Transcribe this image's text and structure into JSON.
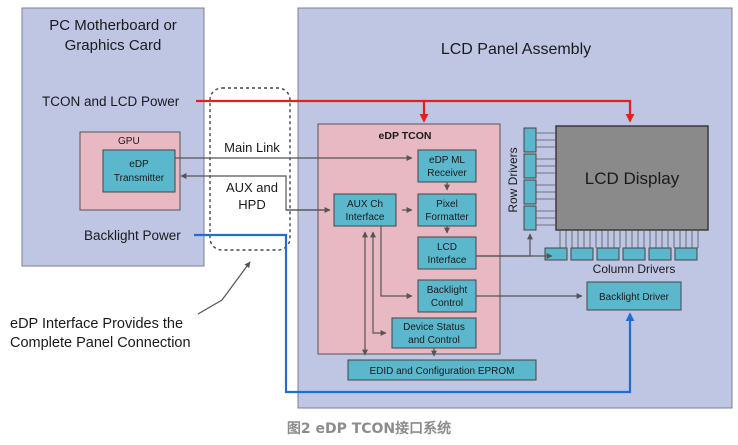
{
  "pc_box": {
    "title_line1": "PC Motherboard or",
    "title_line2": "Graphics Card",
    "color": "#bfc6e4"
  },
  "lcd_assembly": {
    "title": "LCD Panel Assembly",
    "color": "#bfc6e4"
  },
  "tcon_power_label": "TCON and LCD Power",
  "backlight_power_label": "Backlight Power",
  "gpu": {
    "label": "GPU",
    "color": "#e8b8c3"
  },
  "edp_transmitter": {
    "line1": "eDP",
    "line2": "Transmitter",
    "color": "#5bb8cc"
  },
  "main_link_label": "Main Link",
  "aux_hpd": {
    "line1": "AUX and",
    "line2": "HPD"
  },
  "edp_tcon": {
    "title": "eDP TCON",
    "color": "#e8b8c3"
  },
  "blocks": {
    "edp_ml_receiver": {
      "line1": "eDP ML",
      "line2": "Receiver"
    },
    "pixel_formatter": {
      "line1": "Pixel",
      "line2": "Formatter"
    },
    "aux_ch_interface": {
      "line1": "AUX Ch",
      "line2": "Interface"
    },
    "lcd_interface": {
      "line1": "LCD",
      "line2": "Interface"
    },
    "backlight_control": {
      "line1": "Backlight",
      "line2": "Control"
    },
    "device_status": {
      "line1": "Device Status",
      "line2": "and Control"
    },
    "edid_eprom": {
      "line1": "EDID and Configuration EPROM"
    },
    "backlight_driver": {
      "line1": "Backlight Driver"
    }
  },
  "lcd_display": {
    "label": "LCD Display",
    "color": "#8a8a8a"
  },
  "row_drivers_label": "Row Drivers",
  "column_drivers_label": "Column Drivers",
  "annotation": {
    "line1": "eDP Interface Provides the",
    "line2": "Complete Panel Connection"
  },
  "caption": "图2  eDP TCON接口系统",
  "colors": {
    "power_line": "#e3201b",
    "backlight_line": "#1f6fd1",
    "signal_line": "#555555",
    "block": "#5bb8cc"
  }
}
